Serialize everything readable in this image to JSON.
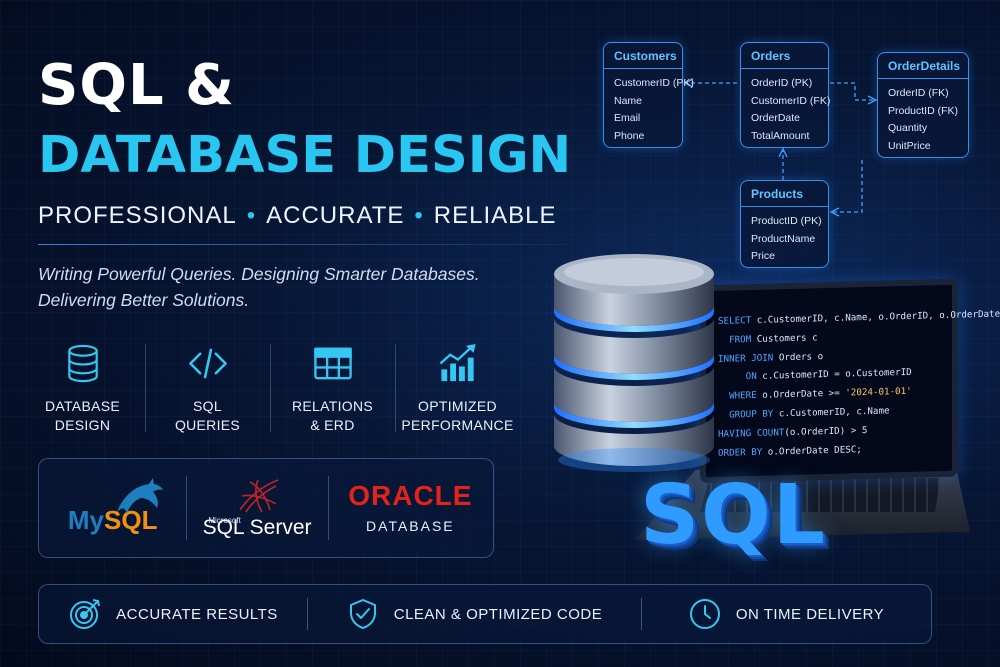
{
  "title": {
    "line1": "SQL &",
    "line2": "DATABASE DESIGN",
    "tagline": [
      "PROFESSIONAL",
      "ACCURATE",
      "RELIABLE"
    ],
    "tagline_separator": "•",
    "subtitle_line1": "Writing Powerful Queries. Designing Smarter Databases.",
    "subtitle_line2": "Delivering Better Solutions."
  },
  "features": [
    {
      "icon": "database-icon",
      "line1": "DATABASE",
      "line2": "DESIGN"
    },
    {
      "icon": "code-icon",
      "line1": "SQL",
      "line2": "QUERIES"
    },
    {
      "icon": "table-icon",
      "line1": "RELATIONS",
      "line2": "& ERD"
    },
    {
      "icon": "growth-chart-icon",
      "line1": "OPTIMIZED",
      "line2": "PERFORMANCE"
    }
  ],
  "logos": {
    "mysql_my": "My",
    "mysql_sql": "SQL",
    "sqlserver_small": "Microsoft",
    "sqlserver": "SQL Server",
    "oracle": "ORACLE",
    "oracle_sub": "DATABASE"
  },
  "bottom_bar": [
    {
      "icon": "target-icon",
      "label": "ACCURATE RESULTS"
    },
    {
      "icon": "shield-check-icon",
      "label": "CLEAN & OPTIMIZED CODE"
    },
    {
      "icon": "clock-icon",
      "label": "ON TIME DELIVERY"
    }
  ],
  "erd": {
    "customers": {
      "name": "Customers",
      "fields": [
        "CustomerID (PK)",
        "Name",
        "Email",
        "Phone"
      ]
    },
    "orders": {
      "name": "Orders",
      "fields": [
        "OrderID (PK)",
        "CustomerID (FK)",
        "OrderDate",
        "TotalAmount"
      ]
    },
    "orderdetails": {
      "name": "OrderDetails",
      "fields": [
        "OrderID (FK)",
        "ProductID (FK)",
        "Quantity",
        "UnitPrice"
      ]
    },
    "products": {
      "name": "Products",
      "fields": [
        "ProductID (PK)",
        "ProductName",
        "Price"
      ]
    }
  },
  "code": {
    "l1_kw": "SELECT",
    "l1_rest": " c.CustomerID, c.Name, o.OrderID, o.OrderDate",
    "l2_kw": "FROM",
    "l2_rest": " Customers c",
    "l3_kw": "INNER JOIN",
    "l3_rest": " Orders o",
    "l4_kw": "ON",
    "l4_rest": " c.CustomerID = o.CustomerID",
    "l5_kw": "WHERE",
    "l5_rest": " o.OrderDate >= ",
    "l5_str": "'2024-01-01'",
    "l6_kw": "GROUP BY",
    "l6_rest": " c.CustomerID, c.Name",
    "l7_kw": "HAVING COUNT",
    "l7_rest": "(o.OrderID) > 5",
    "l8_kw": "ORDER BY",
    "l8_rest": " o.OrderDate DESC;"
  },
  "sql_3d": "SQL",
  "colors": {
    "accent": "#29c6f2",
    "background": "#071634",
    "mysql_blue": "#1e7fc0",
    "mysql_orange": "#f29111",
    "oracle_red": "#e2231a"
  }
}
